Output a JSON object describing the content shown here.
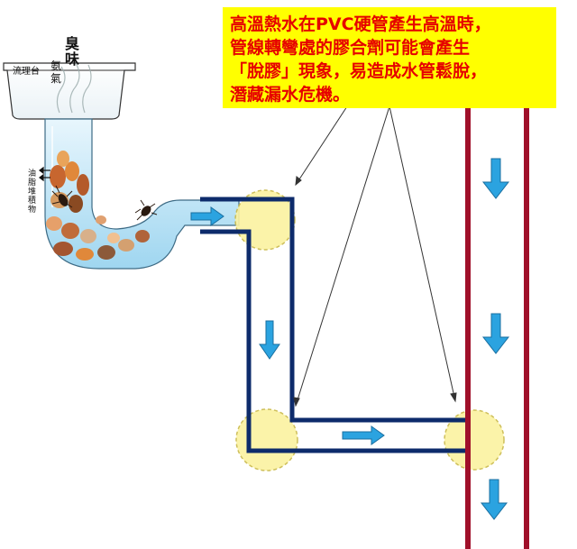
{
  "callout": {
    "lines": [
      "高溫熱水在PVC硬管產生高溫時，",
      "管線轉彎處的膠合劑可能會產生",
      "「脫膠」現象，易造成水管鬆脫，",
      "潛藏漏水危機。"
    ],
    "background": "#ffff00",
    "text_color": "#e60000"
  },
  "sink": {
    "label": "流理台",
    "odor_main": "臭味",
    "odor_sub": "氨氣",
    "grease_label": "油脂堆積物"
  },
  "colors": {
    "pipe": "#0d2b6b",
    "stack": "#a0102a",
    "arrow": "#2ba3e0",
    "joint": "#fbf2a0"
  },
  "icons": [
    "flow-arrow-icon",
    "cockroach-icon"
  ]
}
